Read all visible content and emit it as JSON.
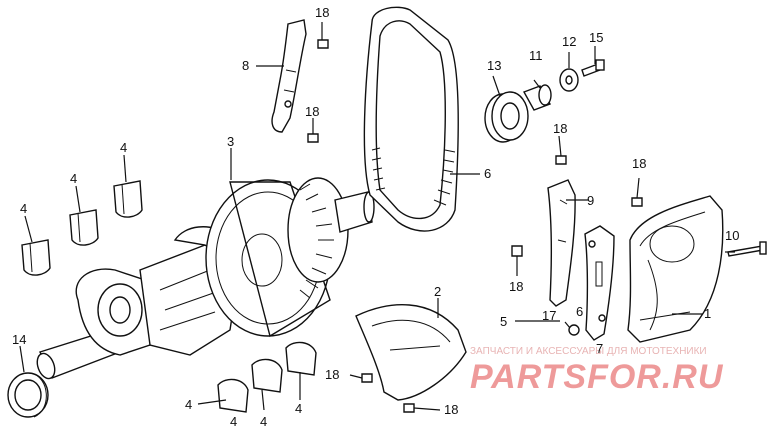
{
  "diagram": {
    "labels": {
      "l1": "1",
      "l2": "2",
      "l3": "3",
      "l4a": "4",
      "l4b": "4",
      "l4c": "4",
      "l4d": "4",
      "l4e": "4",
      "l4f": "4",
      "l4g": "4",
      "l5": "5",
      "l6a": "6",
      "l6b": "6",
      "l7": "7",
      "l8": "8",
      "l9": "9",
      "l10": "10",
      "l11": "11",
      "l12": "12",
      "l13": "13",
      "l14": "14",
      "l15": "15",
      "l17": "17",
      "l18a": "18",
      "l18b": "18",
      "l18c": "18",
      "l18d": "18",
      "l18e": "18",
      "l18f": "18",
      "l18g": "18"
    },
    "watermark": {
      "line1": "ЗАПЧАСТИ И АКСЕССУАРЫ ДЛЯ МОТОТЕХНИКИ",
      "line2": "PARTSFOR.RU"
    }
  }
}
